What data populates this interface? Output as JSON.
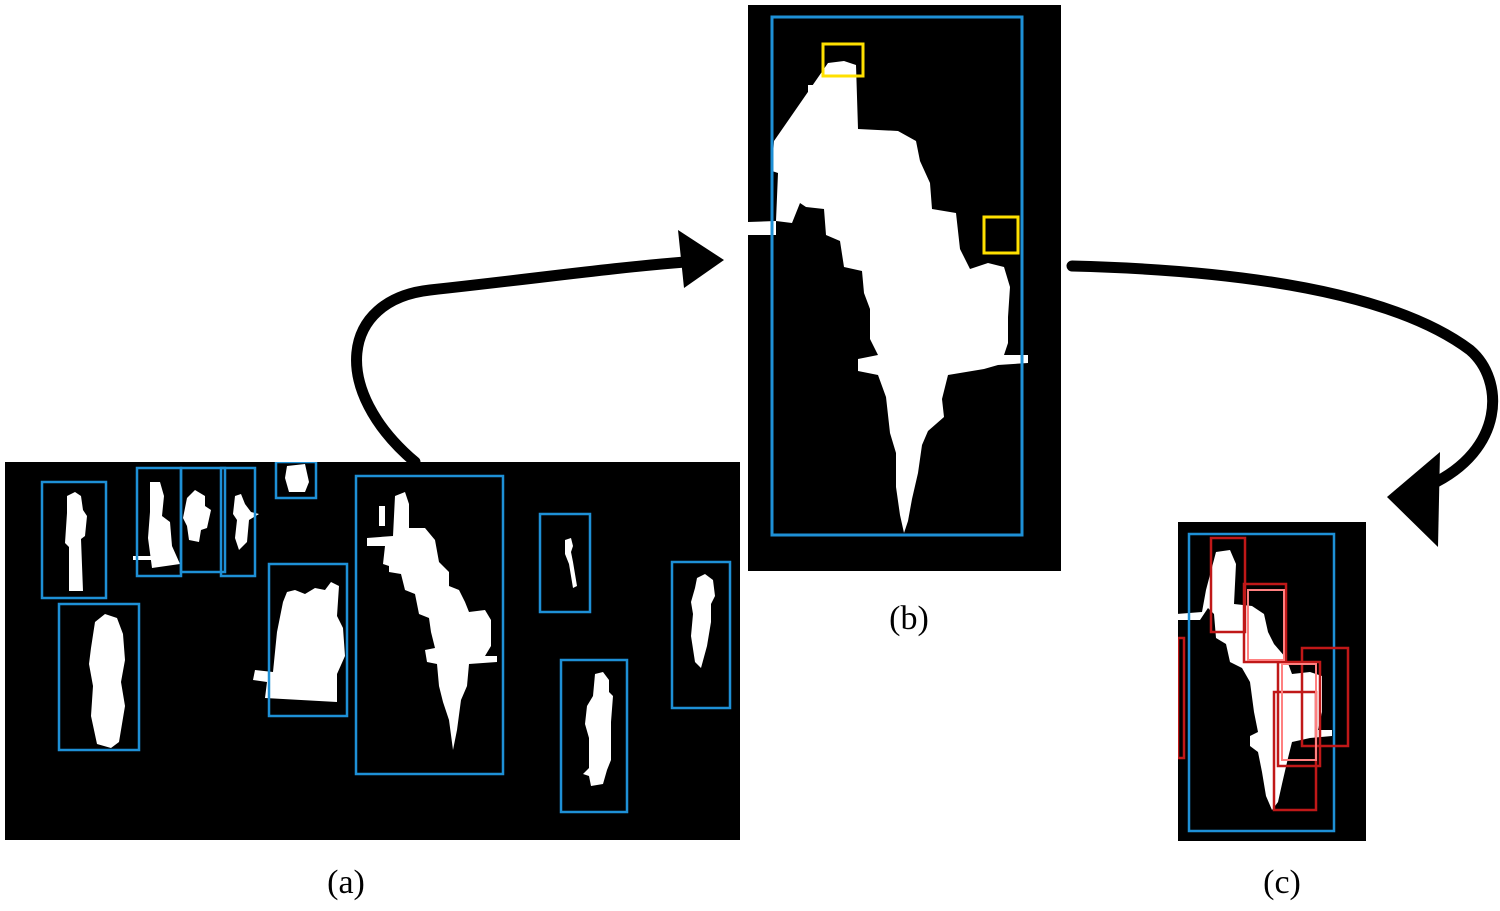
{
  "captions": {
    "a": "(a)",
    "b": "(b)",
    "c": "(c)"
  },
  "colors": {
    "background": "#000000",
    "foreground_mask": "#ffffff",
    "blob_box": "#1e90d6",
    "head_box": "#ffe000",
    "part_box": "#c01818",
    "arrow": "#000000"
  }
}
